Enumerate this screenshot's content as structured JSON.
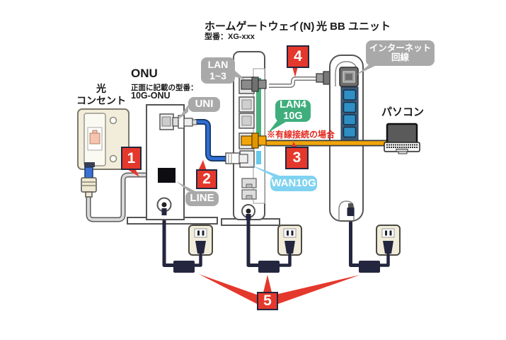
{
  "titles": {
    "home_gateway": "ホームゲートウェイ(N)",
    "model": "型番：XG-xxx",
    "bb_unit": "光 BB ユニット"
  },
  "devices": {
    "optical_outlet": {
      "line1": "光",
      "line2": "コンセント"
    },
    "onu": {
      "name": "ONU",
      "note": "正面に記載の型番：",
      "model": "10G-ONU"
    },
    "pc": {
      "label": "パソコン"
    }
  },
  "ports": {
    "uni": "UNI",
    "line": "LINE",
    "lan13": {
      "line1": "LAN",
      "line2": "1~3"
    },
    "lan4": {
      "line1": "LAN4",
      "line2": "10G"
    },
    "wan": "WAN10G",
    "internet": {
      "line1": "インターネット",
      "line2": "回線"
    }
  },
  "notes": {
    "wired": "※有線接続の場合"
  },
  "steps": {
    "s1": "1",
    "s2": "2",
    "s3": "3",
    "s4": "4",
    "s5": "5"
  },
  "colors": {
    "step_red": "#e5382c",
    "label_gray": "#a9a9a9",
    "label_green": "#3fae7c",
    "label_cyan": "#7fd3f0",
    "cable_blue": "#2f6fd6",
    "cable_orange": "#f2a50a",
    "cable_gray": "#d9d9d9",
    "power_navy": "#23263e",
    "bb_port_blue": "#2f8fc4"
  }
}
